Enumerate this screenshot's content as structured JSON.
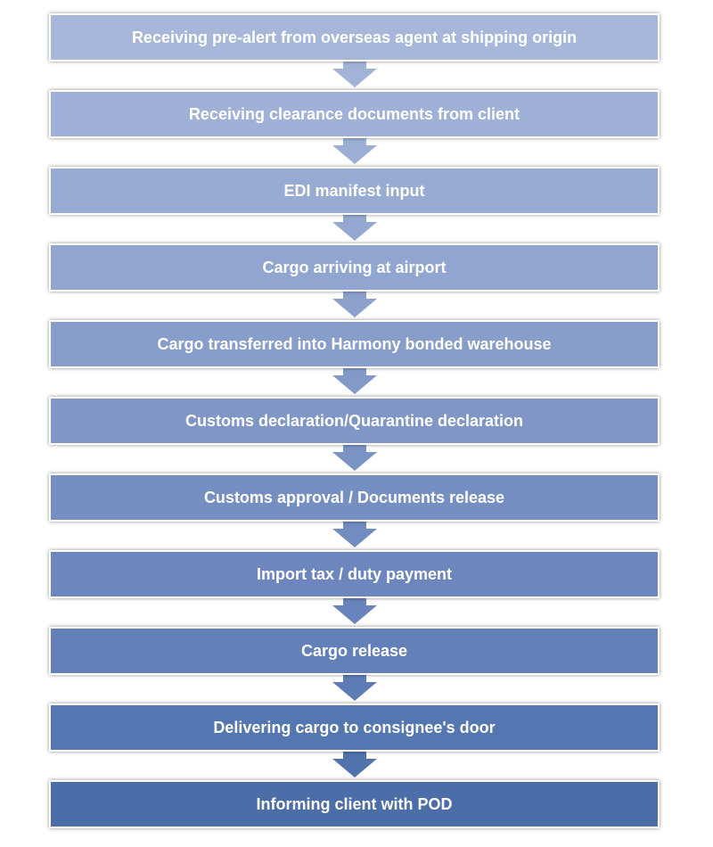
{
  "steps": [
    {
      "label": "Receiving pre-alert from overseas agent at shipping origin",
      "color": "#a6b7d9"
    },
    {
      "label": "Receiving clearance documents from client",
      "color": "#9fb1d6"
    },
    {
      "label": "EDI manifest input",
      "color": "#98abd3"
    },
    {
      "label": "Cargo arriving at airport",
      "color": "#90a5cf"
    },
    {
      "label": "Cargo transferred into Harmony bonded warehouse",
      "color": "#879dca"
    },
    {
      "label": "Customs declaration/Quarantine declaration",
      "color": "#7f96c6"
    },
    {
      "label": "Customs approval / Documents release",
      "color": "#768fc2"
    },
    {
      "label": "Import tax / duty payment",
      "color": "#6d87be"
    },
    {
      "label": "Cargo release",
      "color": "#6480b9"
    },
    {
      "label": "Delivering cargo to consignee's door",
      "color": "#5577b1"
    },
    {
      "label": "Informing client with POD",
      "color": "#4b6ea8"
    }
  ],
  "arrow_color": "#7f96c6"
}
